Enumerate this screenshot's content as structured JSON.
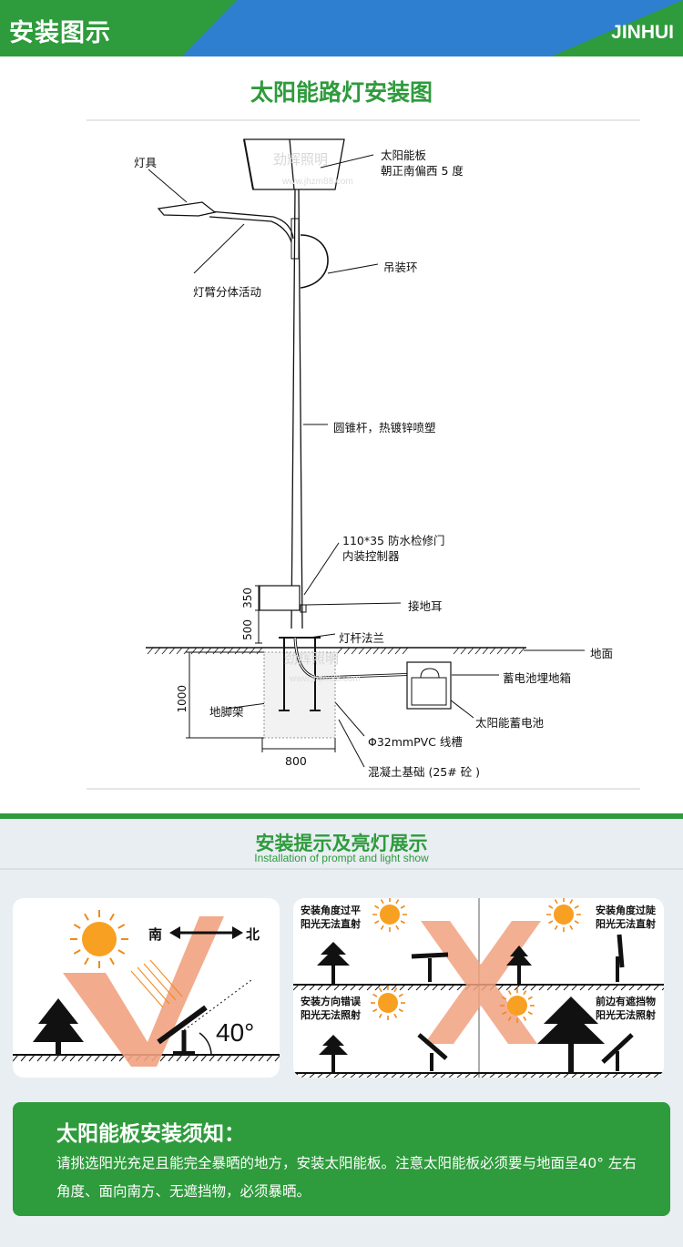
{
  "header": {
    "section_tag": "安装图示",
    "brand": "JINHUI",
    "green": "#2e9b3c",
    "blue": "#2f7fd0"
  },
  "diagram": {
    "title": "太阳能路灯安装图",
    "labels": {
      "lamp": "灯具",
      "panel_line1": "太阳能板",
      "panel_line2": "朝正南偏西 5 度",
      "arm": "灯臂分体活动",
      "ring": "吊装环",
      "pole": "圆锥杆，热镀锌喷塑",
      "door_line1": "110*35 防水检修门",
      "door_line2": "内装控制器",
      "ground_lug": "接地耳",
      "flange": "灯杆法兰",
      "ground": "地面",
      "battery_box": "蓄电池埋地箱",
      "battery": "太阳能蓄电池",
      "anchor": "地脚架",
      "conduit": "Φ32mmPVC 线槽",
      "foundation": "混凝土基础 (25# 砼 )"
    },
    "dimensions": {
      "door_height": "350",
      "door_offset": "500",
      "depth": "1000",
      "width": "800"
    },
    "watermark": {
      "name": "劲辉照明",
      "url": "www.jhzm88.com"
    }
  },
  "section2": {
    "title": "安装提示及亮灯展示",
    "subtitle": "Installation of prompt and light show",
    "left_panel": {
      "south": "南",
      "north": "北",
      "angle": "40°"
    },
    "right_panel": {
      "tl_line1": "安装角度过平",
      "tl_line2": "阳光无法直射",
      "tr_line1": "安装角度过陡",
      "tr_line2": "阳光无法直射",
      "bl_line1": "安装方向错误",
      "bl_line2": "阳光无法照射",
      "br_line1": "前边有遮挡物",
      "br_line2": "阳光无法照射"
    }
  },
  "notice": {
    "title": "太阳能板安装须知：",
    "body": "请挑选阳光充足且能完全暴晒的地方，安装太阳能板。注意太阳能板必须要与地面呈40°  左右角度、面向南方、无遮挡物，必须暴晒。"
  }
}
